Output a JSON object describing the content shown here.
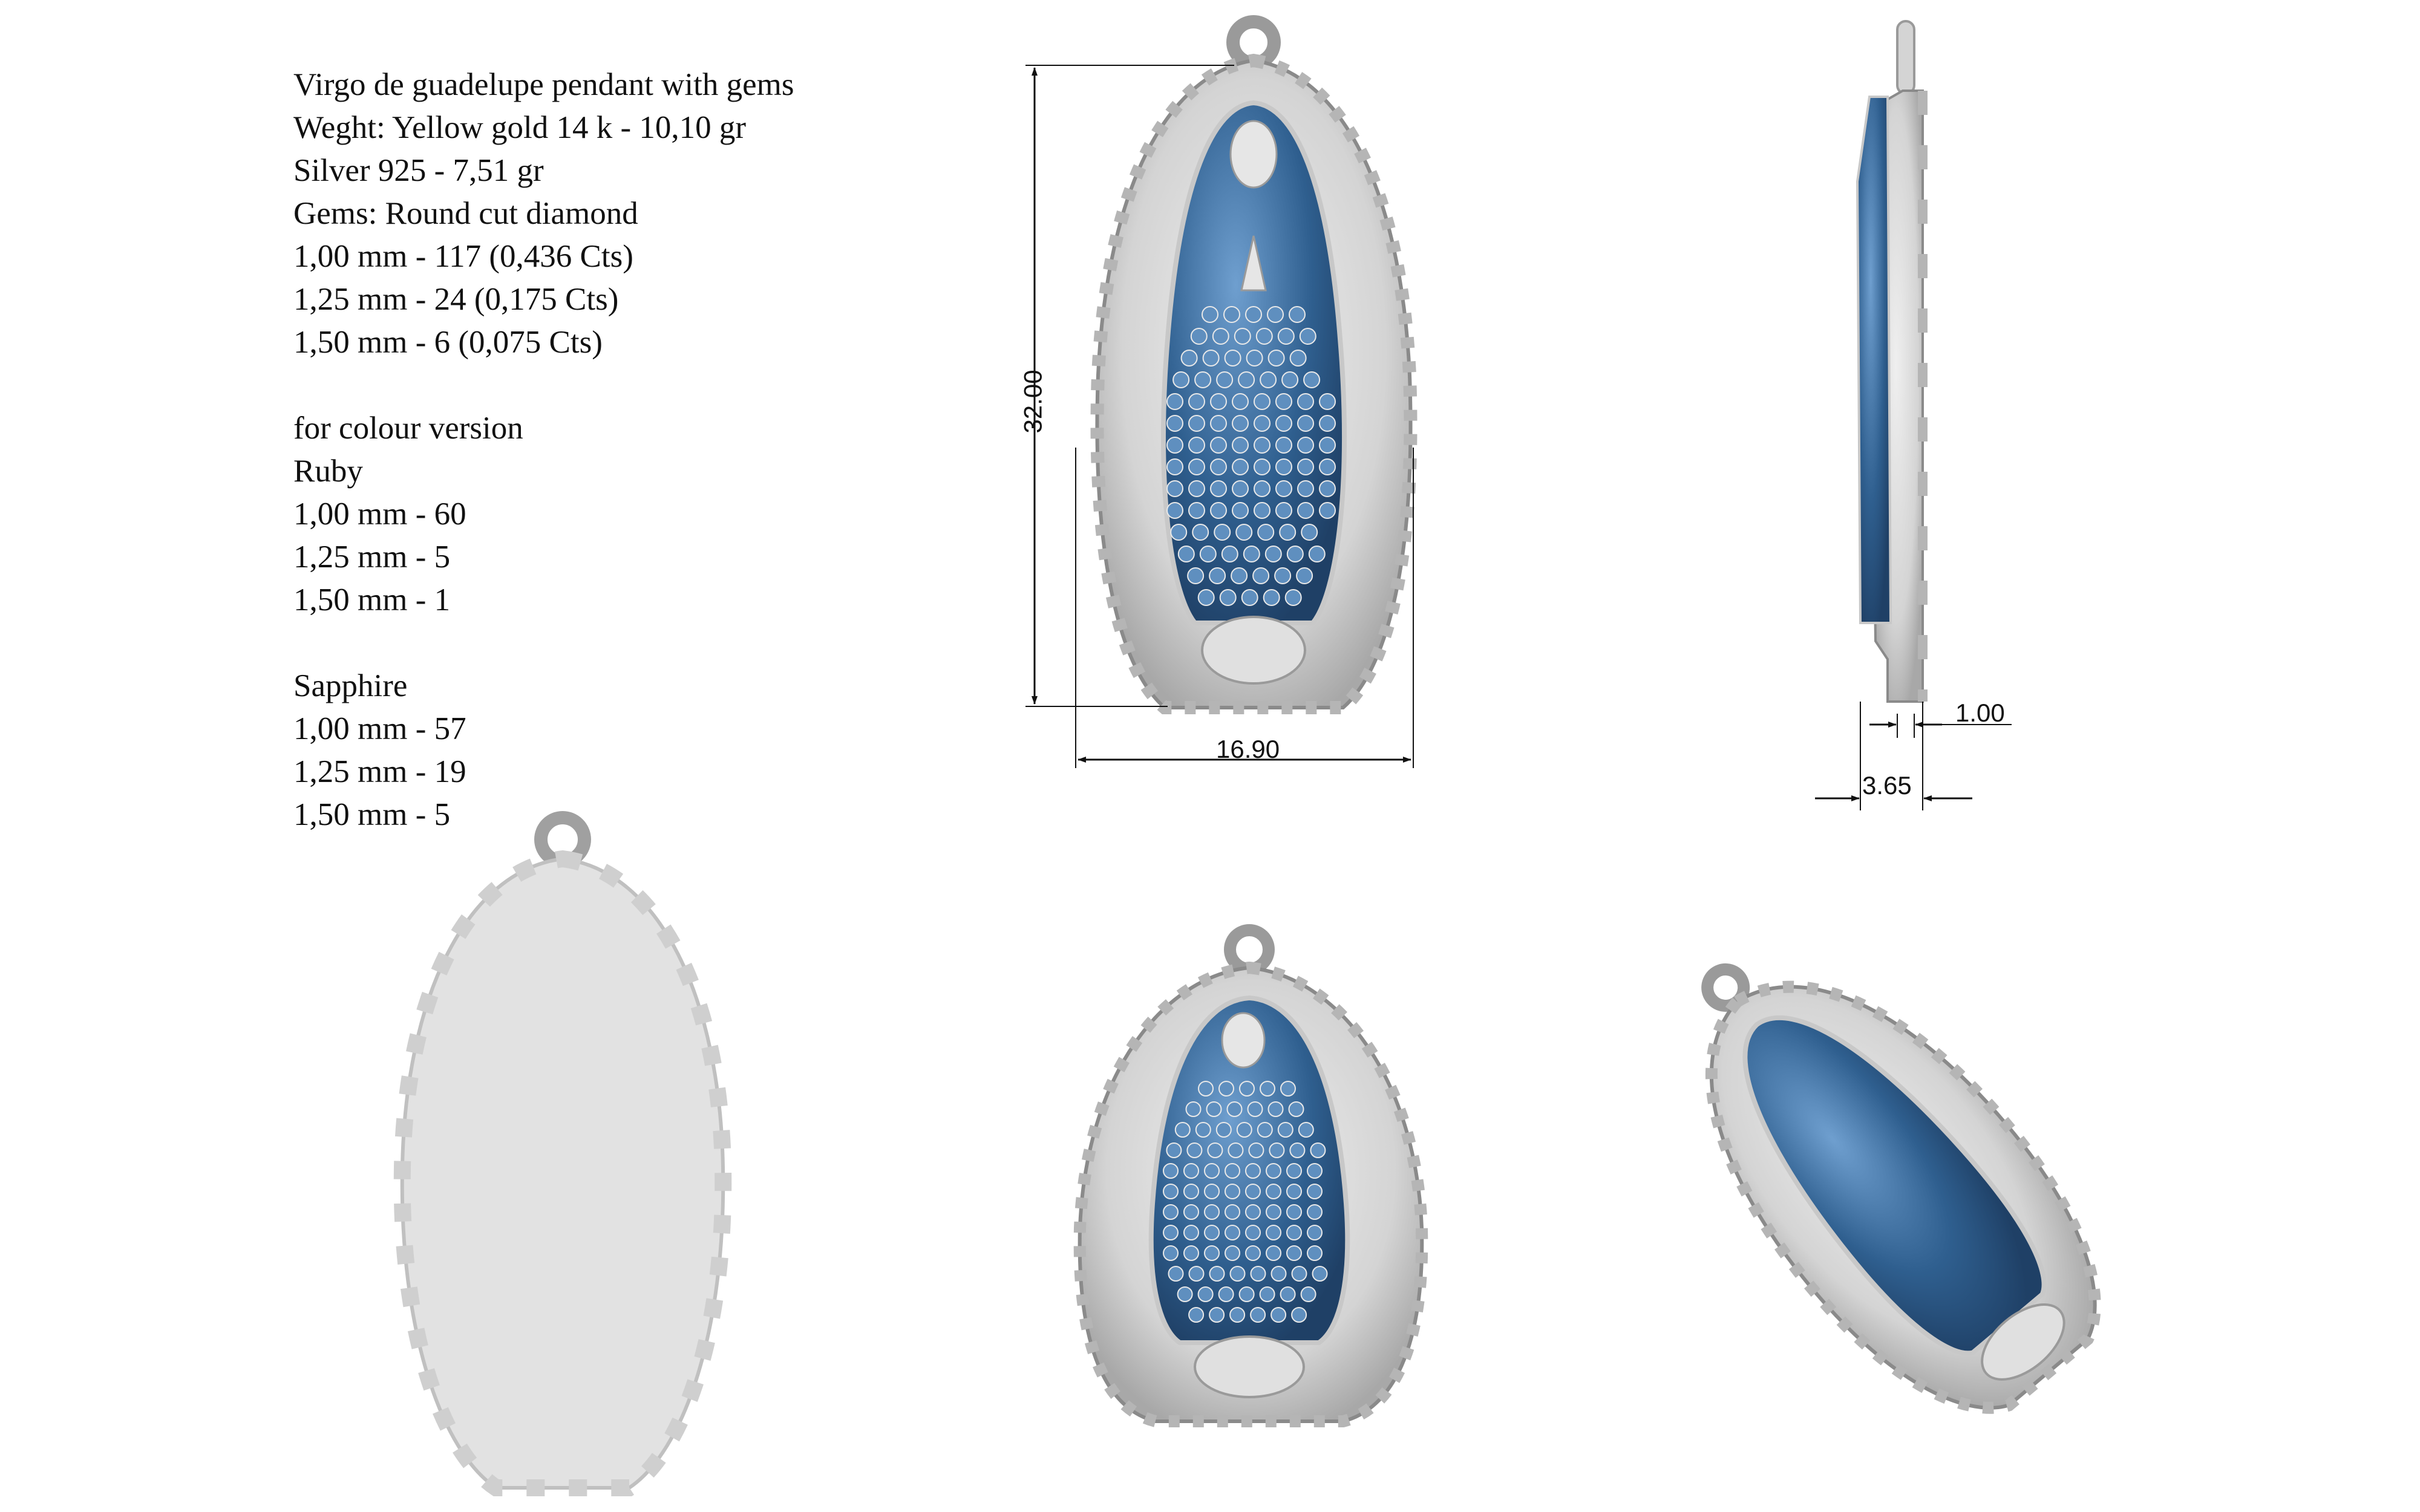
{
  "spec_lines": [
    "Virgo de guadelupe pendant with gems",
    "Weght: Yellow gold 14 k - 10,10 gr",
    "Silver 925 - 7,51 gr",
    "Gems: Round cut diamond",
    "1,00 mm - 117 (0,436 Cts)",
    "1,25 mm - 24 (0,175 Cts)",
    "1,50 mm - 6 (0,075 Cts)",
    "",
    "for colour version",
    "Ruby",
    "1,00 mm - 60",
    "1,25 mm - 5",
    "1,50 mm - 1",
    "",
    "Sapphire",
    "1,00 mm - 57",
    "1,25 mm - 19",
    "1,50 mm - 5"
  ],
  "dimensions": {
    "height": "32.00",
    "width": "16.90",
    "bail_thickness": "1.00",
    "total_thickness": "3.65"
  },
  "colors": {
    "metal": "#d6d6d6",
    "metal_dark": "#9a9a9a",
    "gem": "#2f5f8f",
    "gem_light": "#5f8fbf",
    "back": "#e2e2e2"
  }
}
